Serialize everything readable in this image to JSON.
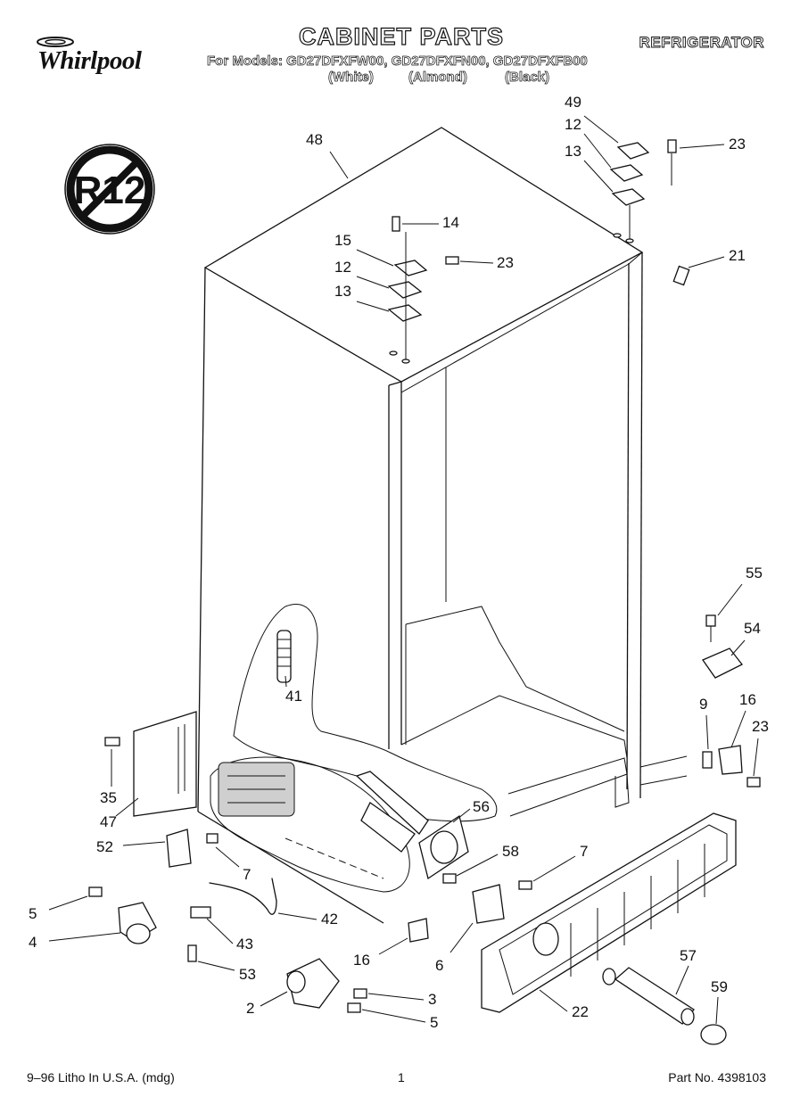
{
  "header": {
    "brand": "Whirlpool",
    "title": "CABINET PARTS",
    "category": "REFRIGERATOR",
    "models": "For Models: GD27DFXFW00, GD27DFXFN00, GD27DFXFB00",
    "colors": [
      "(White)",
      "(Almond)",
      "(Black)"
    ]
  },
  "badge": {
    "text": "R12"
  },
  "callouts": {
    "c48": "48",
    "c49": "49",
    "c12a": "12",
    "c13a": "13",
    "c23a": "23",
    "c14": "14",
    "c15": "15",
    "c12b": "12",
    "c13b": "13",
    "c23b": "23",
    "c21": "21",
    "c55": "55",
    "c54": "54",
    "c9": "9",
    "c16a": "16",
    "c23c": "23",
    "c41": "41",
    "c35": "35",
    "c47": "47",
    "c56": "56",
    "c52": "52",
    "c58": "58",
    "c7a": "7",
    "c7b": "7",
    "c5a": "5",
    "c42": "42",
    "c4": "4",
    "c43": "43",
    "c16b": "16",
    "c6": "6",
    "c53": "53",
    "c57": "57",
    "c59": "59",
    "c3": "3",
    "c2": "2",
    "c5b": "5",
    "c22": "22"
  },
  "footer": {
    "print_info": "9–96 Litho In U.S.A. (mdg)",
    "page": "1",
    "part_no": "Part No. 4398103"
  },
  "colors": {
    "ink": "#111111",
    "paper": "#ffffff"
  }
}
